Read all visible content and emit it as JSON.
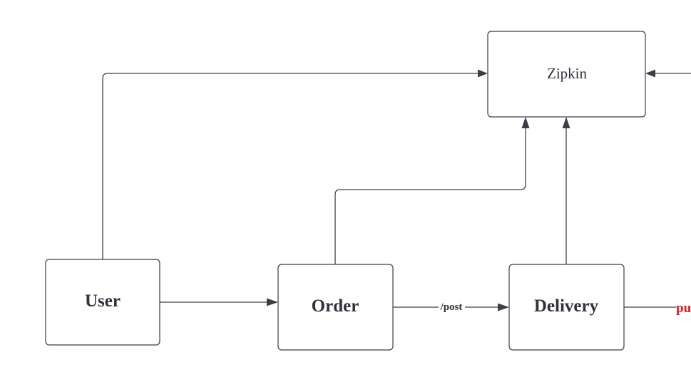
{
  "nodes": {
    "user": {
      "label": "User"
    },
    "order": {
      "label": "Order"
    },
    "delivery": {
      "label": "Delivery"
    },
    "zipkin": {
      "label": "Zipkin"
    }
  },
  "edges": {
    "order_to_delivery": {
      "label": "/post"
    },
    "delivery_outgoing": {
      "label": "pu",
      "color": "#e21b1b"
    }
  }
}
